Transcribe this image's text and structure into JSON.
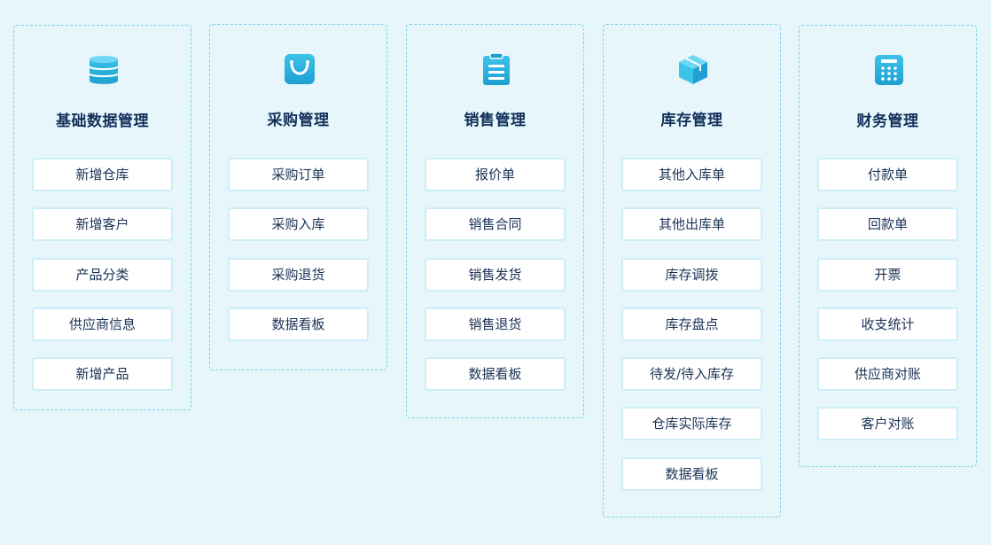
{
  "modules": [
    {
      "title": "基础数据管理",
      "icon": "database-icon",
      "items": [
        "新增仓库",
        "新增客户",
        "产品分类",
        "供应商信息",
        "新增产品"
      ]
    },
    {
      "title": "采购管理",
      "icon": "shopping-bag-icon",
      "items": [
        "采购订单",
        "采购入库",
        "采购退货",
        "数据看板"
      ]
    },
    {
      "title": "销售管理",
      "icon": "clipboard-icon",
      "items": [
        "报价单",
        "销售合同",
        "销售发货",
        "销售退货",
        "数据看板"
      ]
    },
    {
      "title": "库存管理",
      "icon": "box-icon",
      "items": [
        "其他入库单",
        "其他出库单",
        "库存调拨",
        "库存盘点",
        "待发/待入库存",
        "仓库实际库存",
        "数据看板"
      ]
    },
    {
      "title": "财务管理",
      "icon": "calculator-icon",
      "items": [
        "付款单",
        "回款单",
        "开票",
        "收支统计",
        "供应商对账",
        "客户对账"
      ]
    }
  ],
  "colors": {
    "background": "#e6f6fb",
    "panel_border": "#7fd3e8",
    "icon_gradient_top": "#3cc3ea",
    "icon_gradient_bottom": "#1ea0d2",
    "title": "#12305a",
    "item_text": "#1b3256"
  }
}
